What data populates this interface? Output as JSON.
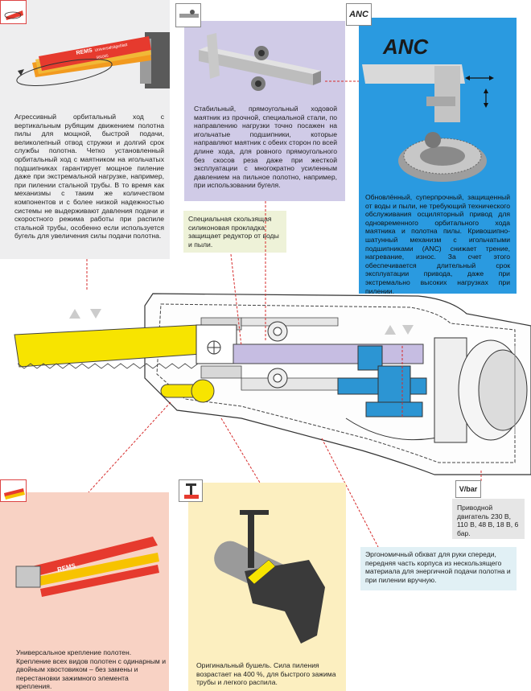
{
  "panels": {
    "orbital": {
      "text": "Агрессивный орбитальный ход с вертикальным рубящим движением полотна пилы для мощной, быстрой подачи, великолепный отвод стружки и долгий срок службы полотна. Четко установленный орбитальный ход с маятником на игольчатых подшипниках гарантирует мощное пиление даже при экстремальной нагрузке, например, при пилении стальной трубы. В то время как механизмы с таким же количеством компонентов и с более низкой надежностью системы не выдерживают давления подачи и скоростного режима работы при распиле стальной трубы, особенно если используется бугель для увеличения силы подачи полотна.",
      "blade_brand": "REMS",
      "blade_model": "Universalsägeblatt",
      "blade_code": "561005"
    },
    "pendulum": {
      "text": "Стабильный, прямоугольный ходовой маятник из прочной, специальной стали, по направлению нагрузки точно посажен на игольчатые подшипники, которые направляют маятник с обеих сторон по всей длине хода, для ровного прямоугольного без скосов реза даже при жесткой эксплуатации с многократно усиленным давлением на пильное полотно, например, при использовании бугеля."
    },
    "anc": {
      "badge": "ANC",
      "logo": "ANC",
      "text": "Обновлённый, суперпрочный, защищенный от воды и пыли, не требующий технического обслуживания осциляторный привод для одновременного орбитального хода маятника и полотна пилы. Кривошипно-шатунный механизм с игольчатыми подшипниками (ANC) снижает трение, нагревание, износ. За счет этого обеспечивается длительный срок эксплуатации привода, даже при экстремально высоких нагрузках при пилении."
    },
    "gasket": {
      "text": "Специальная скользящая силиконовая прокладка защищает редуктор от воды и пыли."
    },
    "motor": {
      "badge": "V/bar",
      "text": "Приводной двигатель 230 В, 110 В, 48 В, 18 В, 6 бар."
    },
    "grip": {
      "text": "Эргономичный обхват для руки спереди, передняя часть корпуса из нескользящего материала для энергичной подачи полотна и при пилении вручную."
    },
    "mount": {
      "text": "Универсальное крепление полотен. Крепление всех видов полотен с одинарным и двойным хвостовиком – без замены и перестановки зажимного элемента крепления.",
      "blade_brand": "REMS"
    },
    "clamp": {
      "text": "Оригинальный бушель. Сила пиления возрастает на 400 %, для быстрого зажима трубы и легкого распила."
    }
  },
  "colors": {
    "gray_panel": "#eeeeef",
    "lilac_panel": "#d0cbe7",
    "blue_panel": "#2a9ae0",
    "gasket_panel": "#eef2d8",
    "motor_panel": "#e6e6e6",
    "grip_panel": "#e1f0f5",
    "mount_panel": "#f8d2c4",
    "clamp_panel": "#fcefc0",
    "blade_yellow": "#f7e400",
    "pendulum_lilac": "#c6bde2",
    "anc_blue": "#2c95d3",
    "leader_red": "#d62b2b"
  }
}
